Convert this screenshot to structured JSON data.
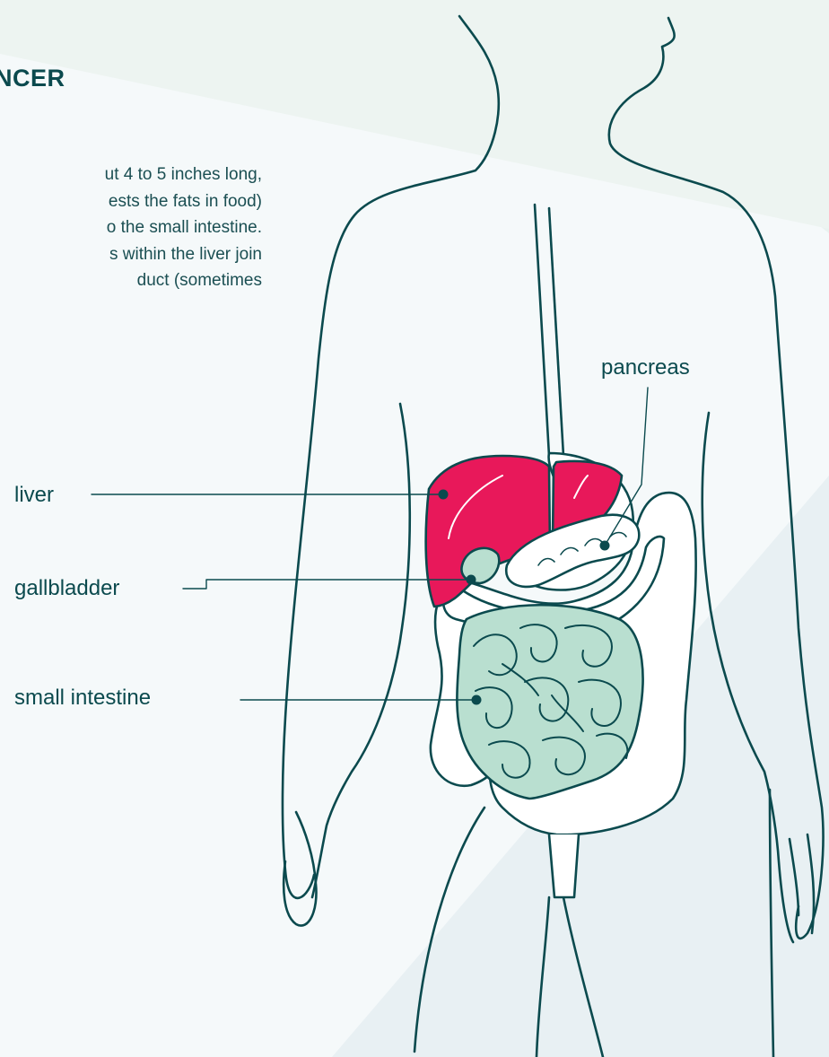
{
  "heading": "NCER",
  "paragraph": [
    "ut 4 to 5 inches long,",
    "ests the fats in food)",
    "o the small intestine.",
    "s within the liver join",
    "duct (sometimes"
  ],
  "labels": {
    "pancreas": "pancreas",
    "liver": "liver",
    "gallbladder": "gallbladder",
    "small_intestine": "small intestine"
  },
  "colors": {
    "background": "#f5f9fa",
    "outline": "#0b4a4e",
    "liver": "#e8185a",
    "intestine": "#b9dfd0",
    "pancreas": "#ffffff"
  }
}
